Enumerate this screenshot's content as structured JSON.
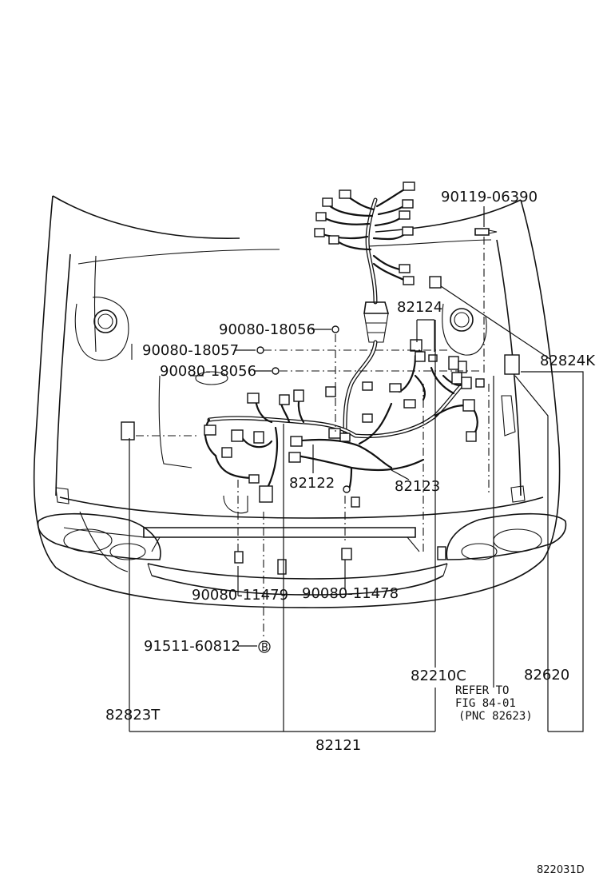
{
  "parts": {
    "p90119_06390": "90119-06390",
    "p82124": "82124",
    "p82824K": "82824K",
    "p90080_18056_a": "90080-18056",
    "p90080_18057": "90080-18057",
    "p90080_18056_b": "90080-18056",
    "p82122": "82122",
    "p82123": "82123",
    "p90080_11479": "90080-11479",
    "p90080_11478": "90080-11478",
    "p91511_60812": "91511-60812",
    "p82210C": "82210C",
    "p82620": "82620",
    "p82823T": "82823T",
    "p82121": "82121"
  },
  "refer_note": {
    "line1": "REFER TO",
    "line2": "FIG 84-01",
    "line3": "(PNC 82623)"
  },
  "bolt_marker": "B",
  "figure_code": "822031D"
}
